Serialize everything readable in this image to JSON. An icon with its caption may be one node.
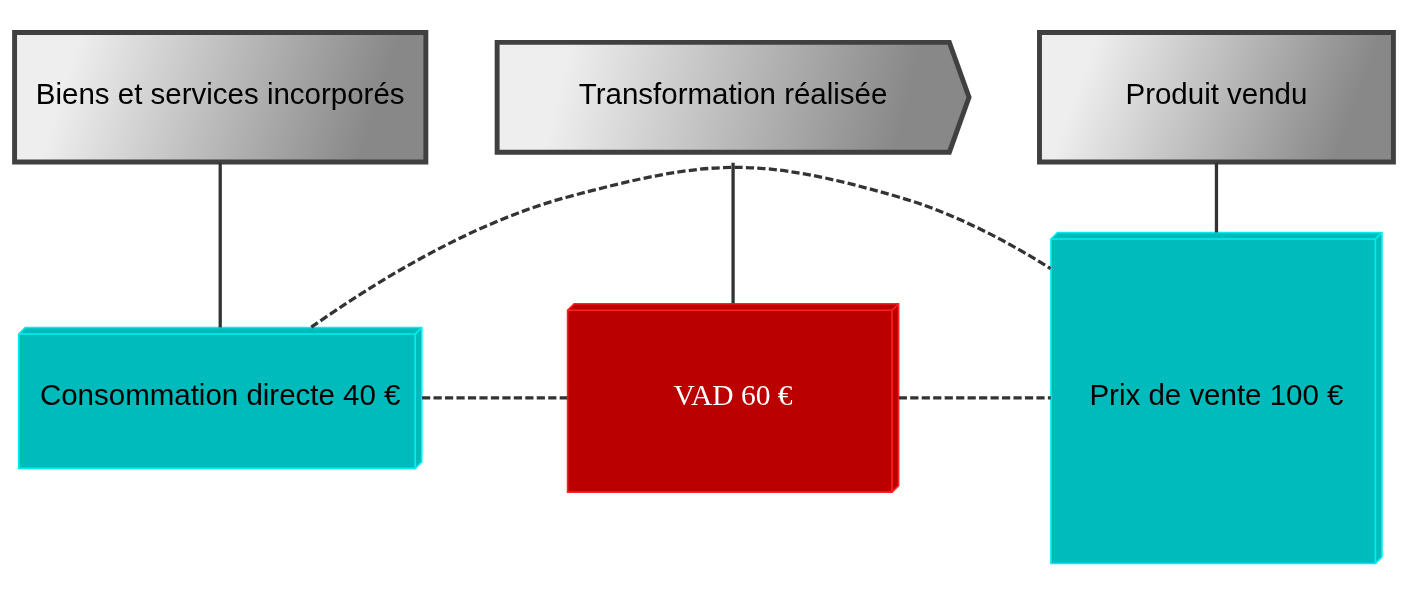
{
  "diagram": {
    "nodes": [
      {
        "text": [
          "Biens et services incorporés"
        ]
      },
      {
        "text": [
          "Transformation réalisée"
        ]
      },
      {
        "text": [
          "Produit vendu"
        ]
      },
      {
        "text": [
          "VAD 60 €"
        ]
      },
      {
        "text": [
          "Prix de vente 100 €"
        ]
      },
      {
        "text": [
          "Consommation directe 40 €"
        ]
      }
    ],
    "edges": [
      {
        "from": 0,
        "to": 5,
        "arrow": "none"
      },
      {
        "from": 1,
        "to": 3,
        "arrow": "none"
      },
      {
        "from": 2,
        "to": 4,
        "arrow": "none"
      },
      {
        "from": 3,
        "to": 4,
        "arrow": "none",
        "style": "dashed"
      },
      {
        "from": 5,
        "to": 3,
        "arrow": "none",
        "style": "dashed"
      },
      {
        "from": 5,
        "to": 4,
        "arrow": "none",
        "style": "dashed"
      }
    ]
  }
}
